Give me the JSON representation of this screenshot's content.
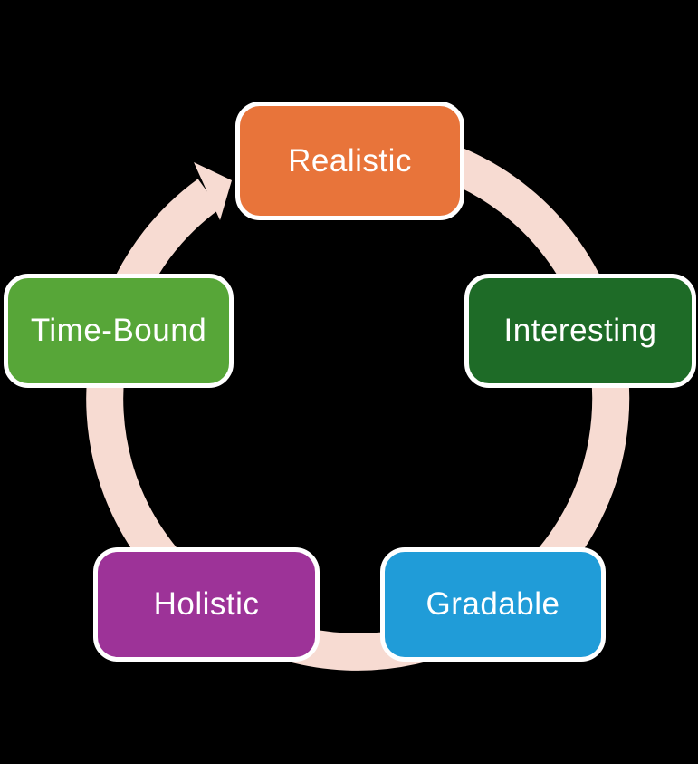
{
  "diagram": {
    "type": "cycle",
    "flow": "clockwise",
    "background_color": "#000000",
    "arrow_color": "#F7DBD2",
    "node_border_color": "#FFFFFF",
    "node_text_color": "#FFFFFF",
    "nodes": [
      {
        "label": "Realistic",
        "color": "#E8743A",
        "position": "top"
      },
      {
        "label": "Interesting",
        "color": "#1E6B27",
        "position": "right"
      },
      {
        "label": "Gradable",
        "color": "#209CD8",
        "position": "bottom-right"
      },
      {
        "label": "Holistic",
        "color": "#9D3398",
        "position": "bottom-left"
      },
      {
        "label": "Time-Bound",
        "color": "#57A638",
        "position": "left"
      }
    ]
  }
}
